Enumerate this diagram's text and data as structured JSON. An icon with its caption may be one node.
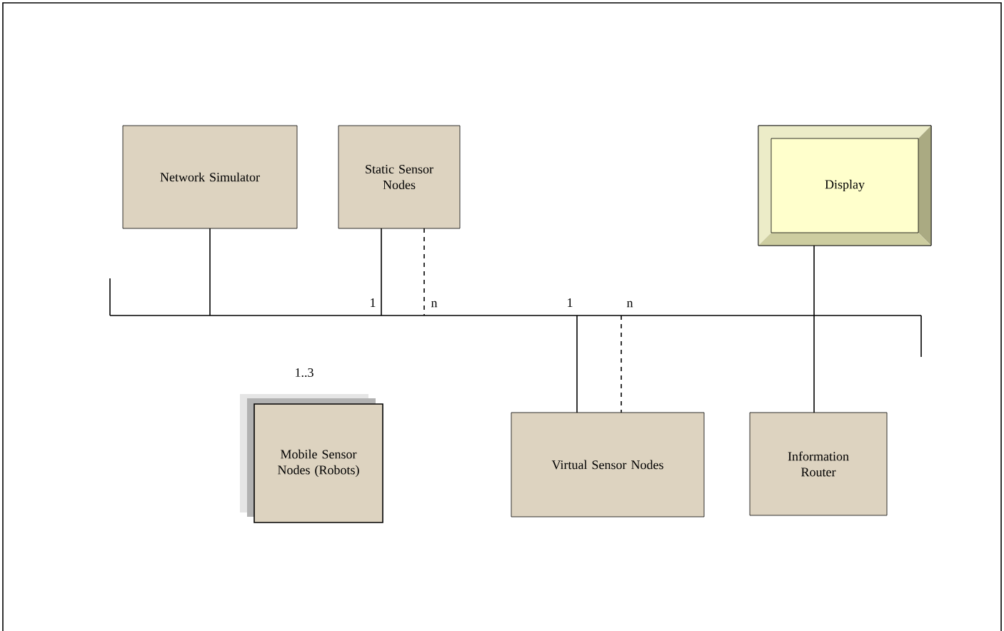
{
  "diagram": {
    "nodes": [
      {
        "text": [
          "Network Simulator"
        ]
      },
      {
        "text": [
          "Static Sensor Nodes"
        ]
      },
      {
        "text": [
          "Display"
        ]
      },
      {
        "text": [],
        "shape": "bar"
      },
      {
        "text": [
          "Mobile Sensor Nodes (Robots)"
        ],
        "beside": [
          "1..3"
        ]
      },
      {
        "text": [
          "Virtual Sensor Nodes"
        ]
      },
      {
        "text": [
          "Information Router"
        ]
      }
    ],
    "edges": [
      {
        "from": 0,
        "to": 3,
        "arrow": "none"
      },
      {
        "from": 1,
        "to": 3,
        "arrow": "none",
        "label": "1"
      },
      {
        "from": 1,
        "to": 3,
        "arrow": "none",
        "label": "n",
        "style": "dashed"
      },
      {
        "from": 2,
        "to": 3,
        "arrow": "none"
      },
      {
        "from": 3,
        "to": 5,
        "arrow": "none",
        "label": "1"
      },
      {
        "from": 3,
        "to": 5,
        "arrow": "none",
        "label": "n",
        "style": "dashed"
      },
      {
        "from": 3,
        "to": 6,
        "arrow": "none"
      }
    ]
  }
}
